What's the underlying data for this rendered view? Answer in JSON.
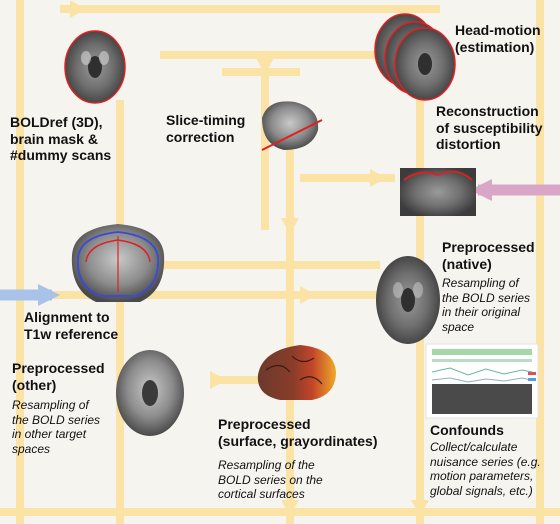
{
  "nodes": {
    "boldref": {
      "title": "BOLDref (3D),\nbrain mask &\n#dummy scans"
    },
    "slice_timing": {
      "title": "Slice-timing\ncorrection"
    },
    "head_motion": {
      "title": "Head-motion\n(estimation)"
    },
    "susceptibility": {
      "title": "Reconstruction\nof susceptibility\ndistortion"
    },
    "native": {
      "title": "Preprocessed\n(native)",
      "desc": "Resampling of\nthe BOLD series\nin their original\nspace"
    },
    "t1w": {
      "title": "Alignment to\nT1w reference"
    },
    "other": {
      "title": "Preprocessed\n(other)",
      "desc": "Resampling of\nthe BOLD series\nin other target\nspaces"
    },
    "surface": {
      "title": "Preprocessed\n(surface, grayordinates)",
      "desc": "Resampling of the\nBOLD series on the\ncortical surfaces"
    },
    "confounds": {
      "title": "Confounds",
      "desc": "Collect/calculate\nnuisance series (e.g.\nmotion parameters,\nglobal signals, etc.)"
    }
  },
  "colors": {
    "background": "#f6f4ef",
    "arrow": "#fbe3a6",
    "input_arrow_blue": "#a9c2e8",
    "input_arrow_pink": "#d9a6c8",
    "mask_outline": "#e02020",
    "surface_outline_blue": "#3a4ad8"
  }
}
